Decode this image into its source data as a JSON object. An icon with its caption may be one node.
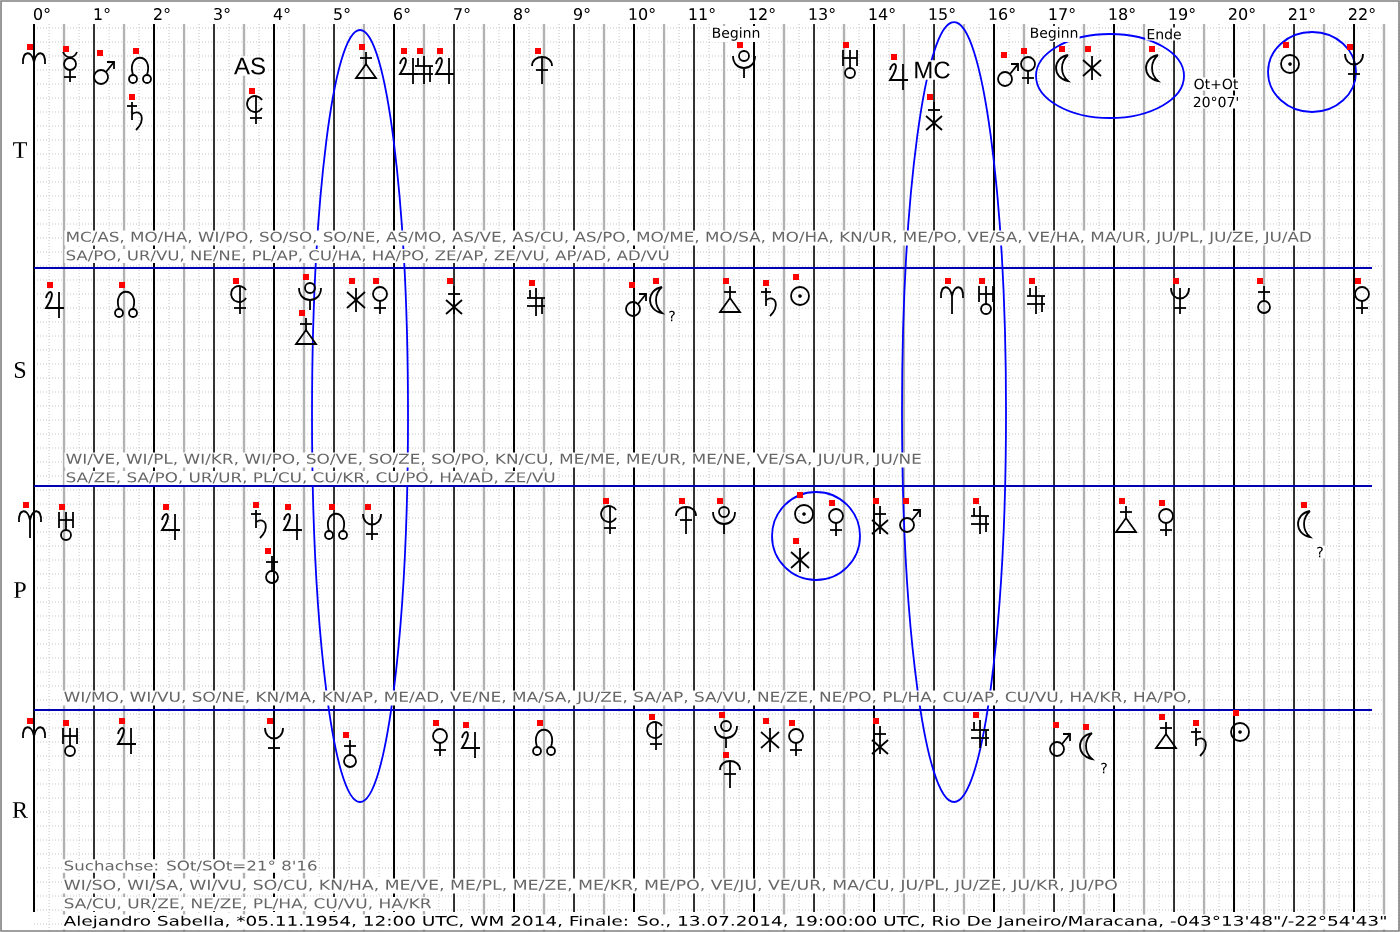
{
  "diagram": {
    "labels": [
      "0°",
      "1°",
      "2°",
      "3°",
      "4°",
      "5°",
      "6°",
      "7°",
      "8°",
      "9°",
      "10°",
      "11°",
      "12°",
      "13°",
      "14°",
      "15°",
      "16°",
      "17°",
      "18°",
      "19°",
      "20°",
      "21°",
      "22°",
      "AS",
      "Beginn",
      "MC",
      "Beginn",
      "Ende",
      "T",
      "Ot+Ot",
      "20°07'",
      "MC/AS, MO/HA, WI/PO, SO/SO, SO/NE, AS/MO, AS/VE, AS/CU, AS/PO, MO/ME, MO/SA, MO/HA, KN/UR, ME/PO, VE/SA, VE/HA, MA/UR, JU/PL, JU/ZE, JU/AD",
      "SA/PO, UR/VU, NE/NE, PL/AP, CU/HA, HA/PO, ZE/AP, ZE/VU, AP/AD, AD/VU",
      "S",
      "?",
      "WI/VE, WI/PL, WI/KR, WI/PO, SO/VE, SO/ZE, SO/PO, KN/CU, ME/ME, ME/UR, ME/NE, VE/SA, JU/UR, JU/NE",
      "SA/ZE, SA/PO, UR/UR, PL/CU, CU/KR, CU/PO, HA/AD, ZE/VU",
      "P",
      "?",
      "WI/MO, WI/VU, SO/NE, KN/MA, KN/AP, ME/AD, VE/NE, MA/SA, JU/ZE, SA/AP, SA/VU, NE/ZE, NE/PO, PL/HA, CU/AP, CU/VU, HA/KR, HA/PO,",
      "R",
      "?",
      "Suchachse: SOt/SOt=21° 8'16",
      "WI/SO, WI/SA, WI/VU, SO/CU, KN/HA, ME/VE, ME/PL, ME/ZE, ME/KR, ME/PO, VE/JU, VE/UR, MA/CU, JU/PL, JU/ZE, JU/KR, JU/PO",
      "SA/CU, UR/ZE, NE/ZE, PL/HA, CU/VU, HA/KR",
      "Alejandro Sabella, *05.11.1954, 12:00 UTC, WM 2014, Finale: So., 13.07.2014, 19:00:00 UTC, Rio De Janeiro/Maracana, -043°13'48\"/-22°54'43\""
    ]
  }
}
